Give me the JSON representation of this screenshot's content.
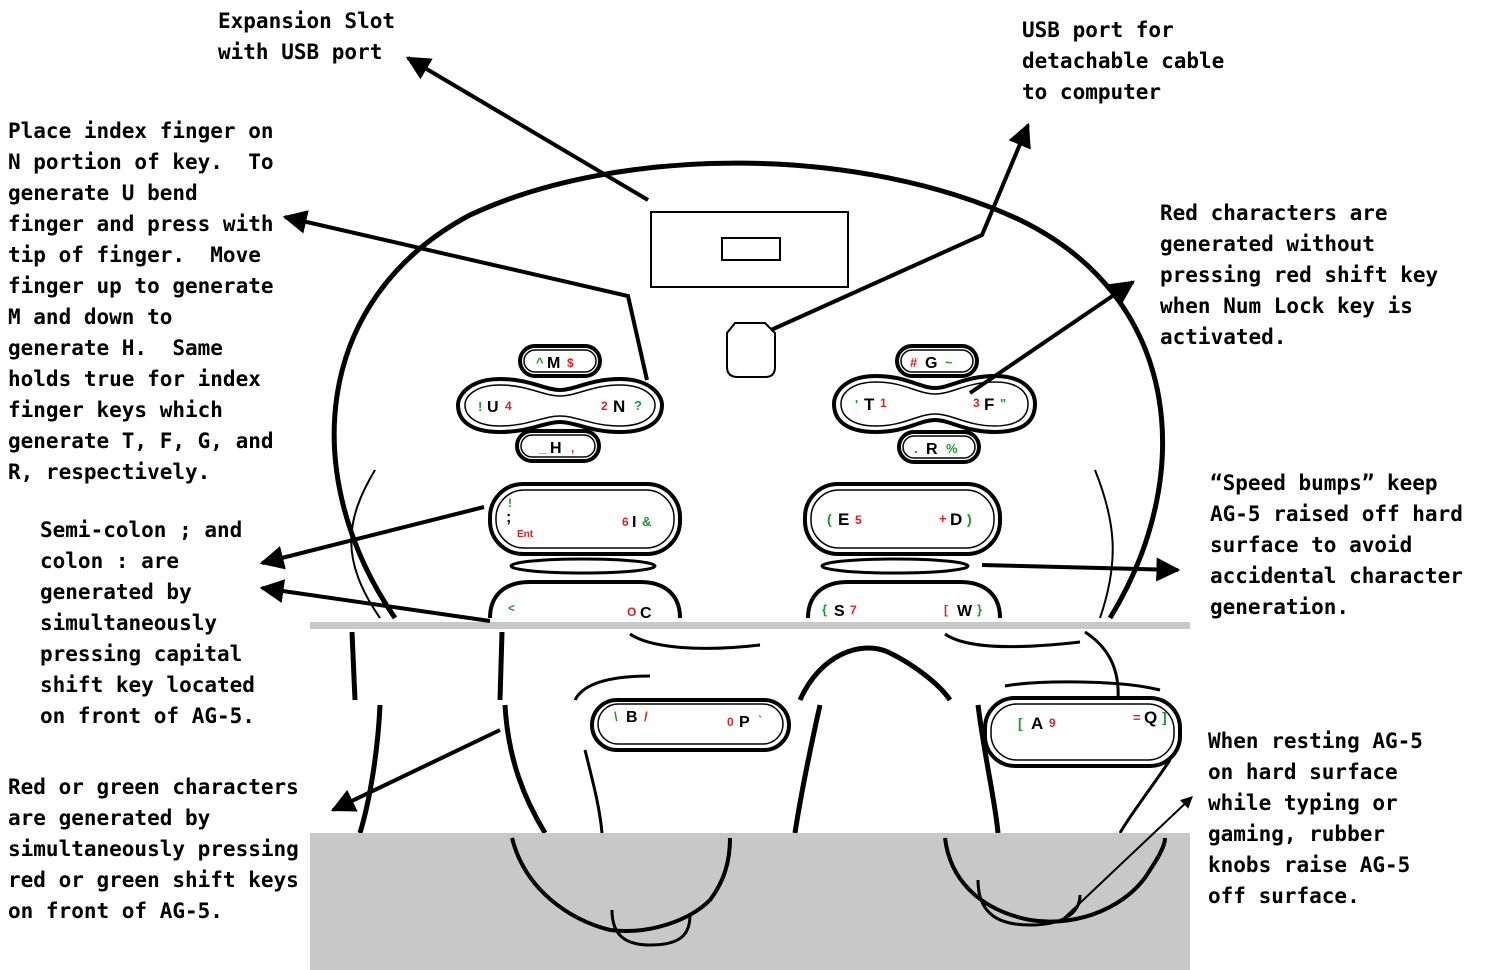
{
  "callouts": {
    "expansion_slot": "Expansion Slot\nwith USB port",
    "usb_port": "USB port for\ndetachable cable\nto computer",
    "index_finger": "Place index finger on\nN portion of key.  To\ngenerate U bend\nfinger and press with\ntip of finger.  Move\nfinger up to generate\nM and down to\ngenerate H.  Same\nholds true for index\nfinger keys which\ngenerate T, F, G, and\nR, respectively.",
    "red_characters": "Red characters are\ngenerated without\npressing red shift key\nwhen Num Lock key is\nactivated.",
    "semicolon": "Semi-colon ; and\ncolon : are\ngenerated by\nsimultaneously\npressing capital\nshift key located\non front of AG-5.",
    "speed_bumps": "“Speed bumps” keep\nAG-5 raised off hard\nsurface to avoid\naccidental character\ngeneration.",
    "red_green": "Red or green characters\nare generated by\nsimultaneously pressing\nred or green shift keys\non front of AG-5.",
    "resting": "When resting AG-5\non hard surface\nwhile typing or\ngaming, rubber\nknobs raise AG-5\noff surface."
  },
  "colors": {
    "red": "#e02020",
    "green": "#1a9a2a",
    "black": "#000000",
    "gray": "#c8c8c8"
  },
  "keys": {
    "m_key": {
      "l": "^",
      "c": "M",
      "r": "$"
    },
    "un_key": {
      "a": "!",
      "b": "U",
      "c": "4",
      "d": "2",
      "e": "N",
      "f": "?"
    },
    "h_key": {
      "l": "_",
      "c": "H",
      "r": ","
    },
    "semi_key": {
      "a": "!",
      "b": ";",
      "c": "Ent",
      "d": "6",
      "e": "I",
      "f": "&"
    },
    "row4_left": {
      "a": "<",
      "b": "C",
      "c": "O"
    },
    "bp_key": {
      "a": "\\",
      "b": "B",
      "c": "/",
      "d": "0",
      "e": "P",
      "f": "`"
    },
    "g_key": {
      "l": "#",
      "c": "G",
      "r": "~"
    },
    "tf_key": {
      "a": "'",
      "b": "T",
      "c": "1",
      "d": "3",
      "e": "F",
      "f": "\""
    },
    "r_key": {
      "l": ".",
      "c": "R",
      "r": "%"
    },
    "ed_key": {
      "a": "(",
      "b": "E",
      "c": "5",
      "d": "+",
      "e": "D",
      "f": ")"
    },
    "row4_right": {
      "a": "{",
      "b": "S",
      "c": "7",
      "d": "[",
      "e": "W",
      "f": "}"
    },
    "aq_key": {
      "a": "[",
      "b": "A",
      "c": "9",
      "d": "=",
      "e": "Q",
      "f": "]"
    }
  }
}
